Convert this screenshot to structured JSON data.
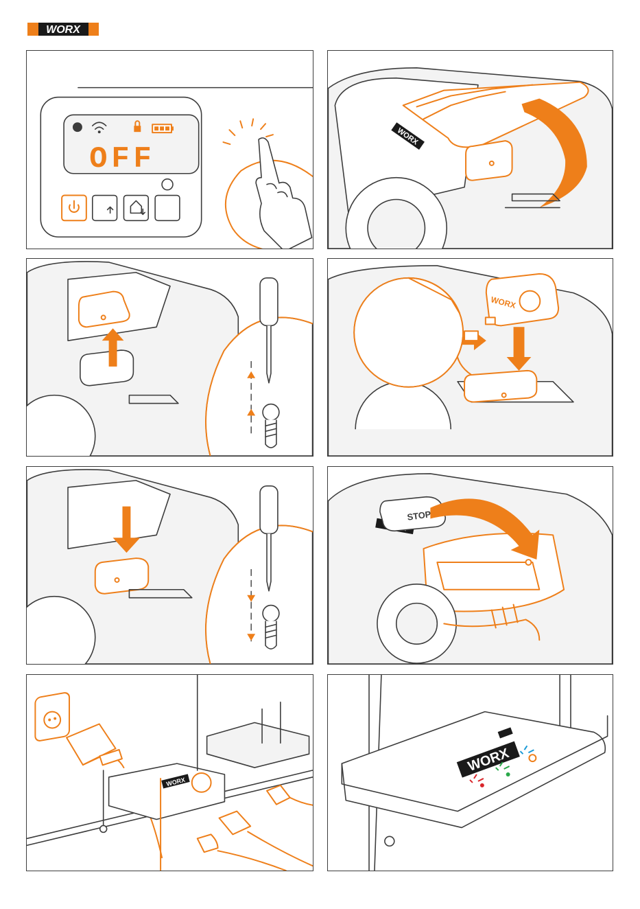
{
  "brand": {
    "logo_text": "WORX",
    "accent": "#ee7f1a",
    "line_color": "#3c3c3c"
  },
  "display": {
    "status_text": "OFF",
    "icons": [
      "clock-icon",
      "wifi-icon",
      "lock-icon",
      "battery-icon"
    ],
    "buttons": [
      "power-icon",
      "arrow-up-icon",
      "home-icon",
      "blank"
    ]
  },
  "labels": {
    "mower_brand": "WORX",
    "stop_button": "STOP",
    "router_brand": "WORX",
    "module_brand": "WORX"
  },
  "status_led_colors": {
    "red": "#d9262b",
    "green": "#2aa84a",
    "blue": "#1a9ad6"
  }
}
